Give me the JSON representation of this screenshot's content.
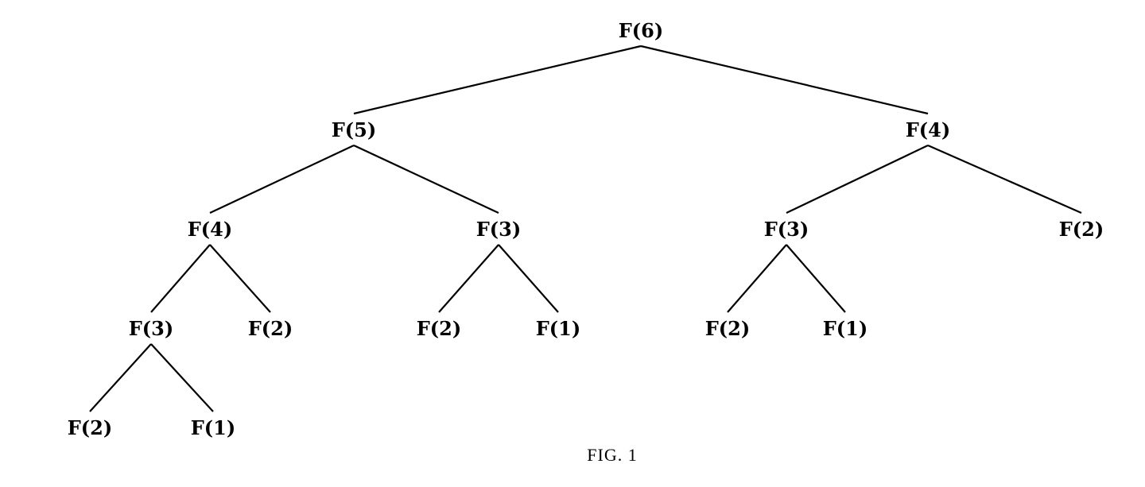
{
  "diagram": {
    "type": "tree",
    "root": {
      "label": "F(6)",
      "children": [
        {
          "label": "F(5)",
          "children": [
            {
              "label": "F(4)",
              "children": [
                {
                  "label": "F(3)",
                  "children": [
                    {
                      "label": "F(2)"
                    },
                    {
                      "label": "F(1)"
                    }
                  ]
                },
                {
                  "label": "F(2)"
                }
              ]
            },
            {
              "label": "F(3)",
              "children": [
                {
                  "label": "F(2)"
                },
                {
                  "label": "F(1)"
                }
              ]
            }
          ]
        },
        {
          "label": "F(4)",
          "children": [
            {
              "label": "F(3)",
              "children": [
                {
                  "label": "F(2)"
                },
                {
                  "label": "F(1)"
                }
              ]
            },
            {
              "label": "F(2)"
            }
          ]
        }
      ]
    }
  },
  "caption": "FIG. 1",
  "colors": {
    "ink": "#000000",
    "background": "#ffffff"
  }
}
